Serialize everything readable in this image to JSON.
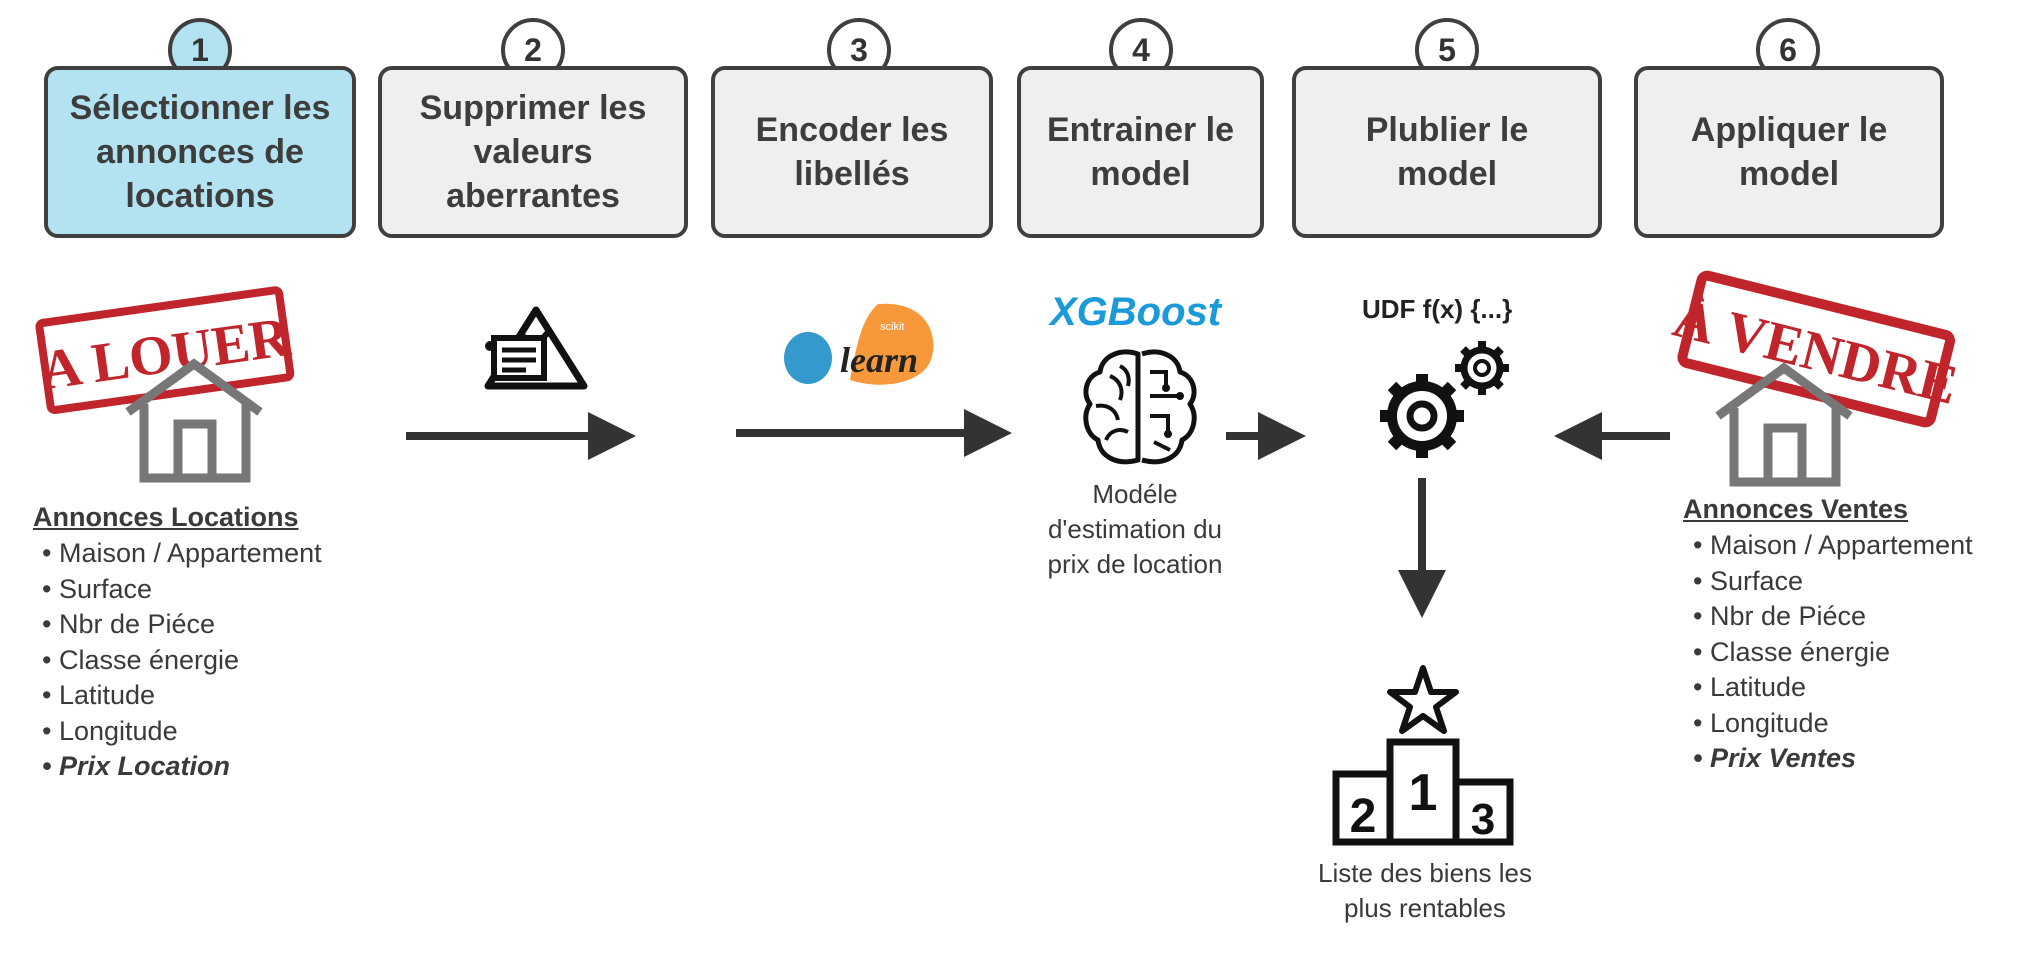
{
  "steps": [
    {
      "number": "1",
      "label": "Sélectionner les\nannonces de\nlocations"
    },
    {
      "number": "2",
      "label": "Supprimer les\nvaleurs\naberrantes"
    },
    {
      "number": "3",
      "label": "Encoder les\nlibellés"
    },
    {
      "number": "4",
      "label": "Entrainer le\nmodel"
    },
    {
      "number": "5",
      "label": "Plublier le\nmodel"
    },
    {
      "number": "6",
      "label": "Appliquer le\nmodel"
    }
  ],
  "rent": {
    "stamp": "A LOUER",
    "title": "Annonces Locations",
    "items": [
      "Maison / Appartement",
      "Surface",
      "Nbr de Piéce",
      "Classe énergie",
      "Latitude",
      "Longitude"
    ],
    "target": "Prix Location"
  },
  "sale": {
    "stamp": "À VENDRE",
    "title": "Annonces Ventes",
    "items": [
      "Maison / Appartement",
      "Surface",
      "Nbr de Piéce",
      "Classe énergie",
      "Latitude",
      "Longitude"
    ],
    "target": "Prix Ventes"
  },
  "logos": {
    "sklearn_small": "scikit",
    "sklearn_main": "learn",
    "xgboost": "XGBoost",
    "udf": "UDF f(x) {...}"
  },
  "model_caption": "Modéle\nd'estimation du\nprix de location",
  "result_caption": "Liste des biens les\nplus rentables",
  "podium": {
    "first": "1",
    "second": "2",
    "third": "3"
  },
  "colors": {
    "active_step": "#b3e3f1",
    "step": "#efefef",
    "stamp": "#c0252b",
    "xgboost": "#1a9ad9",
    "sklearn_orange": "#f7993a",
    "sklearn_blue": "#3499cd"
  }
}
